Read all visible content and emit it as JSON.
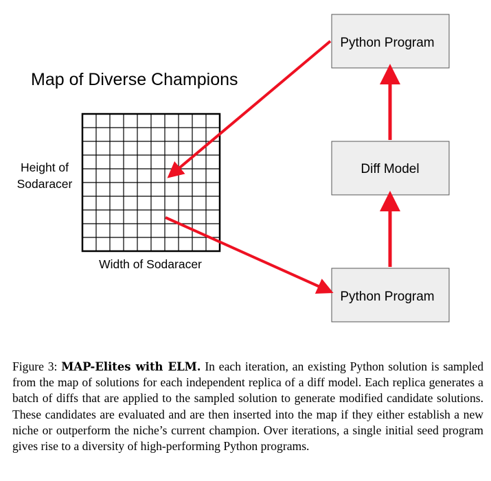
{
  "diagram": {
    "title": "Map of Diverse Champions",
    "y_axis_label": [
      "Height of",
      "Sodaracer"
    ],
    "x_axis_label": "Width of Sodaracer",
    "grid": {
      "rows": 10,
      "cols": 10
    },
    "boxes": {
      "top": "Python Program",
      "middle": "Diff Model",
      "bottom": "Python Program"
    },
    "colors": {
      "arrow": "#ee1122",
      "box_fill": "#eeeeee",
      "box_stroke": "#555555"
    }
  },
  "caption": {
    "prefix": "Figure 3:",
    "bold": "MAP-Elites with ELM.",
    "body": "In each iteration, an existing Python solution is sampled from the map of solutions for each independent replica of a diff model. Each replica generates a batch of diffs that are applied to the sampled solution to generate modified candidate solutions. These candidates are evaluated and are then inserted into the map if they either establish a new niche or outperform the niche’s current champion. Over iterations, a single initial seed program gives rise to a diversity of high-performing Python programs."
  }
}
